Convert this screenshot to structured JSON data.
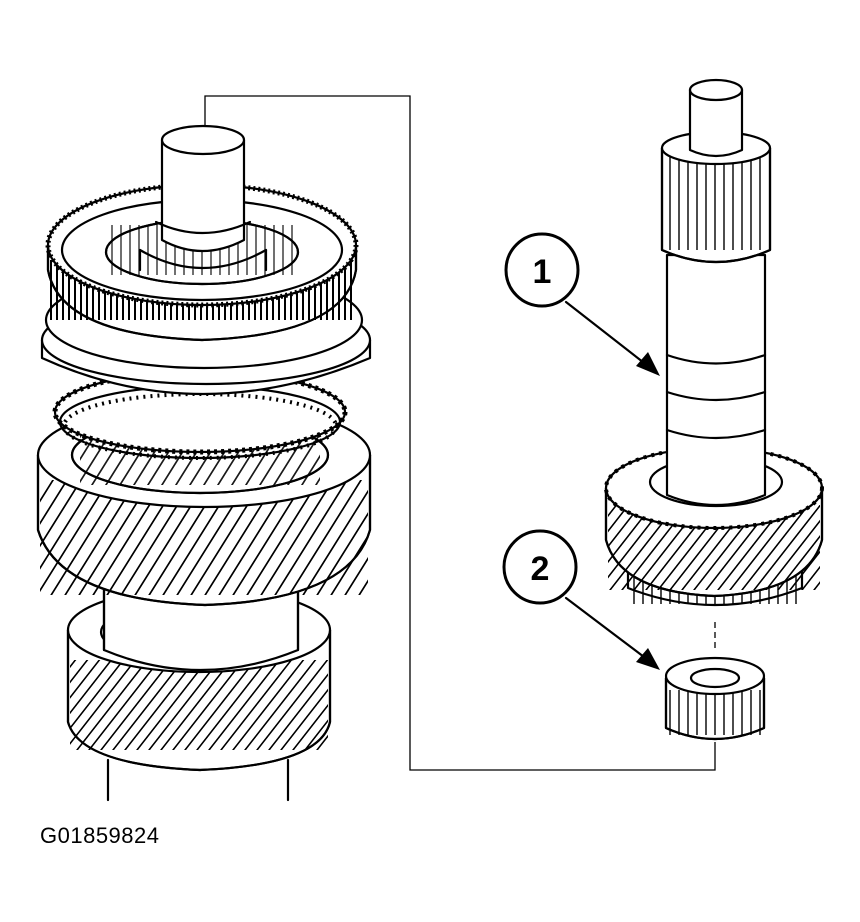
{
  "figure": {
    "id": "G01859824",
    "callouts": [
      {
        "number": "1",
        "part": "shaft"
      },
      {
        "number": "2",
        "part": "bushing"
      }
    ]
  }
}
